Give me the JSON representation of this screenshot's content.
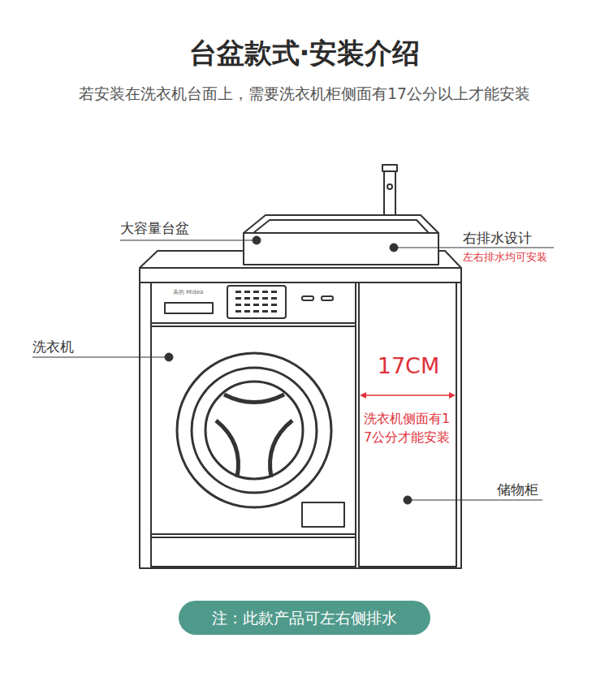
{
  "diagram": {
    "title": "台盆款式·安装介绍",
    "nodes": [
      {
        "text": [
          "注：此款产品可左右侧排水"
        ]
      }
    ],
    "labels": [
      "若安装在洗衣机台面上，需要洗衣机柜侧面有17公分以上才能安装",
      "大容量台盆",
      "右排水设计",
      "左右排水均可安装",
      "美的 Midea",
      "洗衣机",
      "17CM",
      "洗衣机侧面有17公分才能安装",
      "储物柜"
    ]
  }
}
